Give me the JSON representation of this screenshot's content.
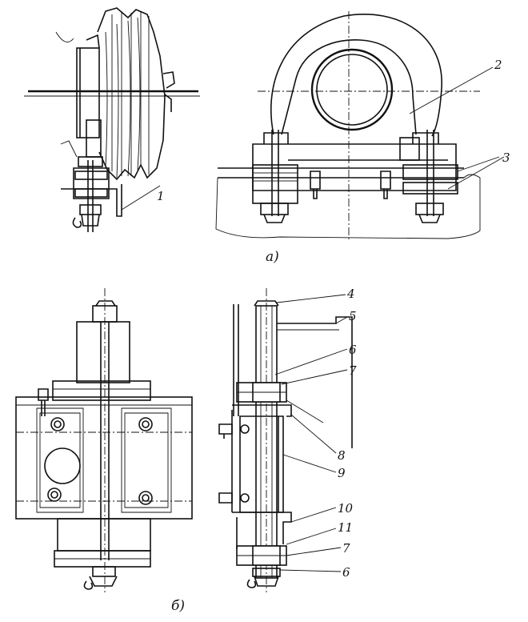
{
  "figure": {
    "part_labels": {
      "callout_1": "1",
      "callout_2": "2",
      "callout_3": "3",
      "callout_4": "4",
      "callout_5": "5",
      "callout_6_top": "6",
      "callout_7_top": "7",
      "callout_8": "8",
      "callout_9": "9",
      "callout_10": "10",
      "callout_11": "11",
      "callout_7_bottom": "7",
      "callout_6_bottom": "6"
    },
    "subfigure_labels": {
      "a": "а)",
      "b": "б)"
    }
  }
}
